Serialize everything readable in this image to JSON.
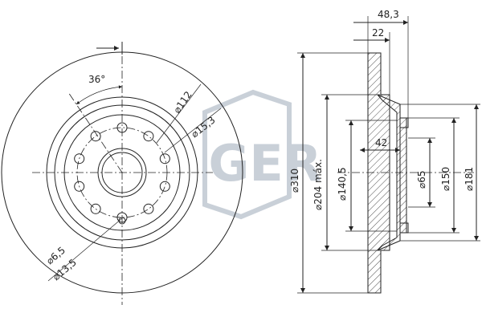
{
  "brand": {
    "watermark": "GER"
  },
  "front_view": {
    "angle_label": "36°",
    "pcd_label": "⌀112",
    "hub_label": "⌀15,3",
    "hole_small_label": "⌀6,5",
    "hole_large_label": "⌀13,5"
  },
  "section_view": {
    "width_total_label": "48,3",
    "width_disc_label": "22",
    "depth_label": "42",
    "d_outer_label": "⌀310",
    "d_friction_label": "⌀204 máx.",
    "d_centering_label": "⌀140,5",
    "d_bore_label": "⌀65",
    "d_hat_label": "⌀150",
    "d_hat_outer_label": "⌀181"
  }
}
